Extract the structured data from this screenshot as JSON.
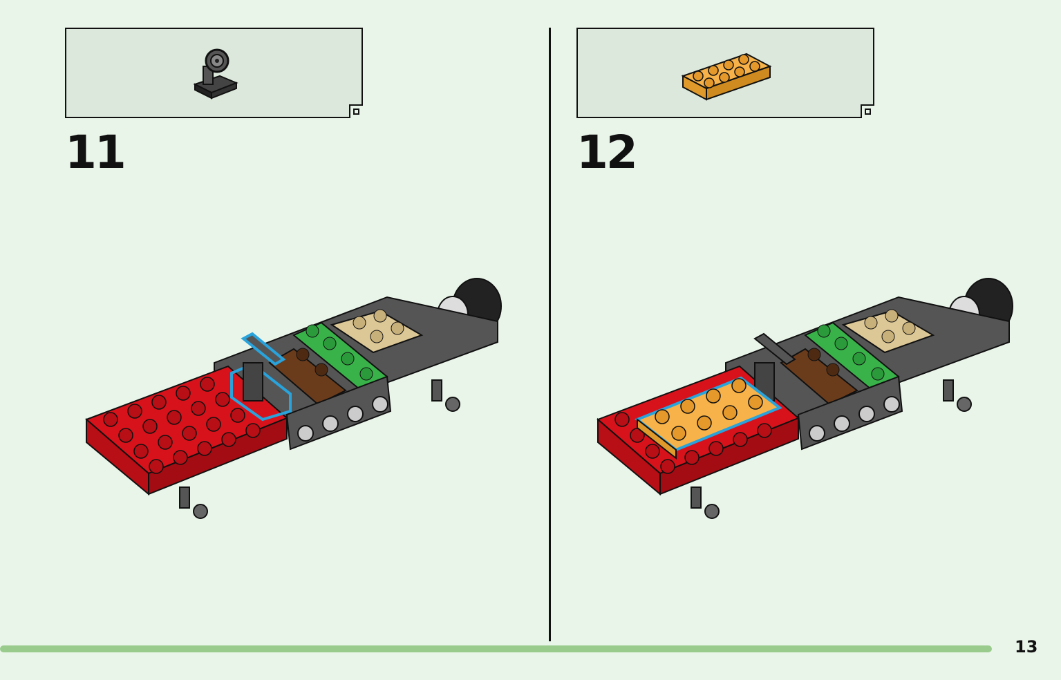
{
  "page": {
    "number": "13",
    "progress_percent": 100,
    "background": "#eaf5ea",
    "accent": "#99cc8c"
  },
  "steps": [
    {
      "number": "11",
      "parts": [
        {
          "name": "steering-wheel-icon",
          "quantity": 1
        }
      ],
      "highlight_color": "#29a3dc"
    },
    {
      "number": "12",
      "parts": [
        {
          "name": "orange-plate-2x4-icon",
          "quantity": 1
        }
      ],
      "highlight_color": "#29a3dc"
    }
  ]
}
